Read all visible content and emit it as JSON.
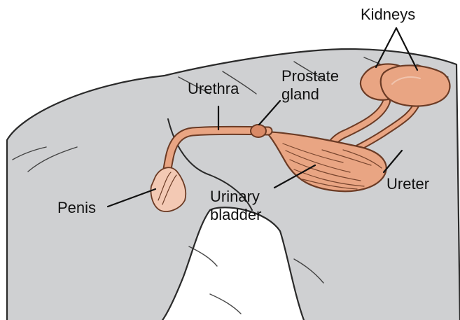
{
  "labels": {
    "kidneys": "Kidneys",
    "prostate_line1": "Prostate",
    "prostate_line2": "gland",
    "urethra": "Urethra",
    "ureter": "Ureter",
    "urinary_line1": "Urinary",
    "urinary_line2": "bladder",
    "penis": "Penis"
  },
  "colors": {
    "body_fill": "#cfd0d2",
    "fur_outline": "#2a2a2a",
    "organ_fill": "#e9a583",
    "organ_dark": "#d98a67",
    "organ_outline": "#6b3b25",
    "penis_tissue": "#f3c9b4",
    "leader_line": "#111111"
  },
  "icons": {
    "body": "dog-body-silhouette",
    "kidneys": "kidneys-organ",
    "ureters": "ureter-tubes",
    "bladder": "urinary-bladder-organ",
    "prostate": "prostate-gland-organ",
    "urethra": "urethra-tube",
    "penis": "penis-organ"
  }
}
